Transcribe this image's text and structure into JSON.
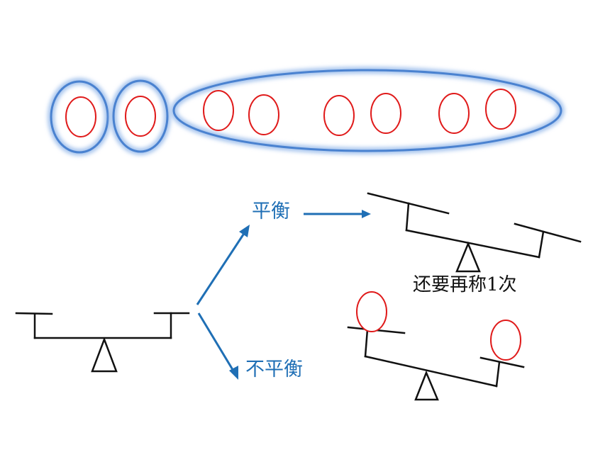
{
  "labels": {
    "balanced": "平衡",
    "unbalanced": "不平衡",
    "weigh_again": "还要再称1次"
  },
  "colors": {
    "ball_stroke": "#e01b1b",
    "group_stroke": "#4a82d0",
    "group_glow": "#a9c6ee",
    "arrow": "#1f6fb5",
    "line": "#111111"
  },
  "groups": [
    {
      "name": "group-single-a",
      "ball_count": 1
    },
    {
      "name": "group-single-b",
      "ball_count": 1
    },
    {
      "name": "group-of-six",
      "ball_count": 6
    }
  ]
}
